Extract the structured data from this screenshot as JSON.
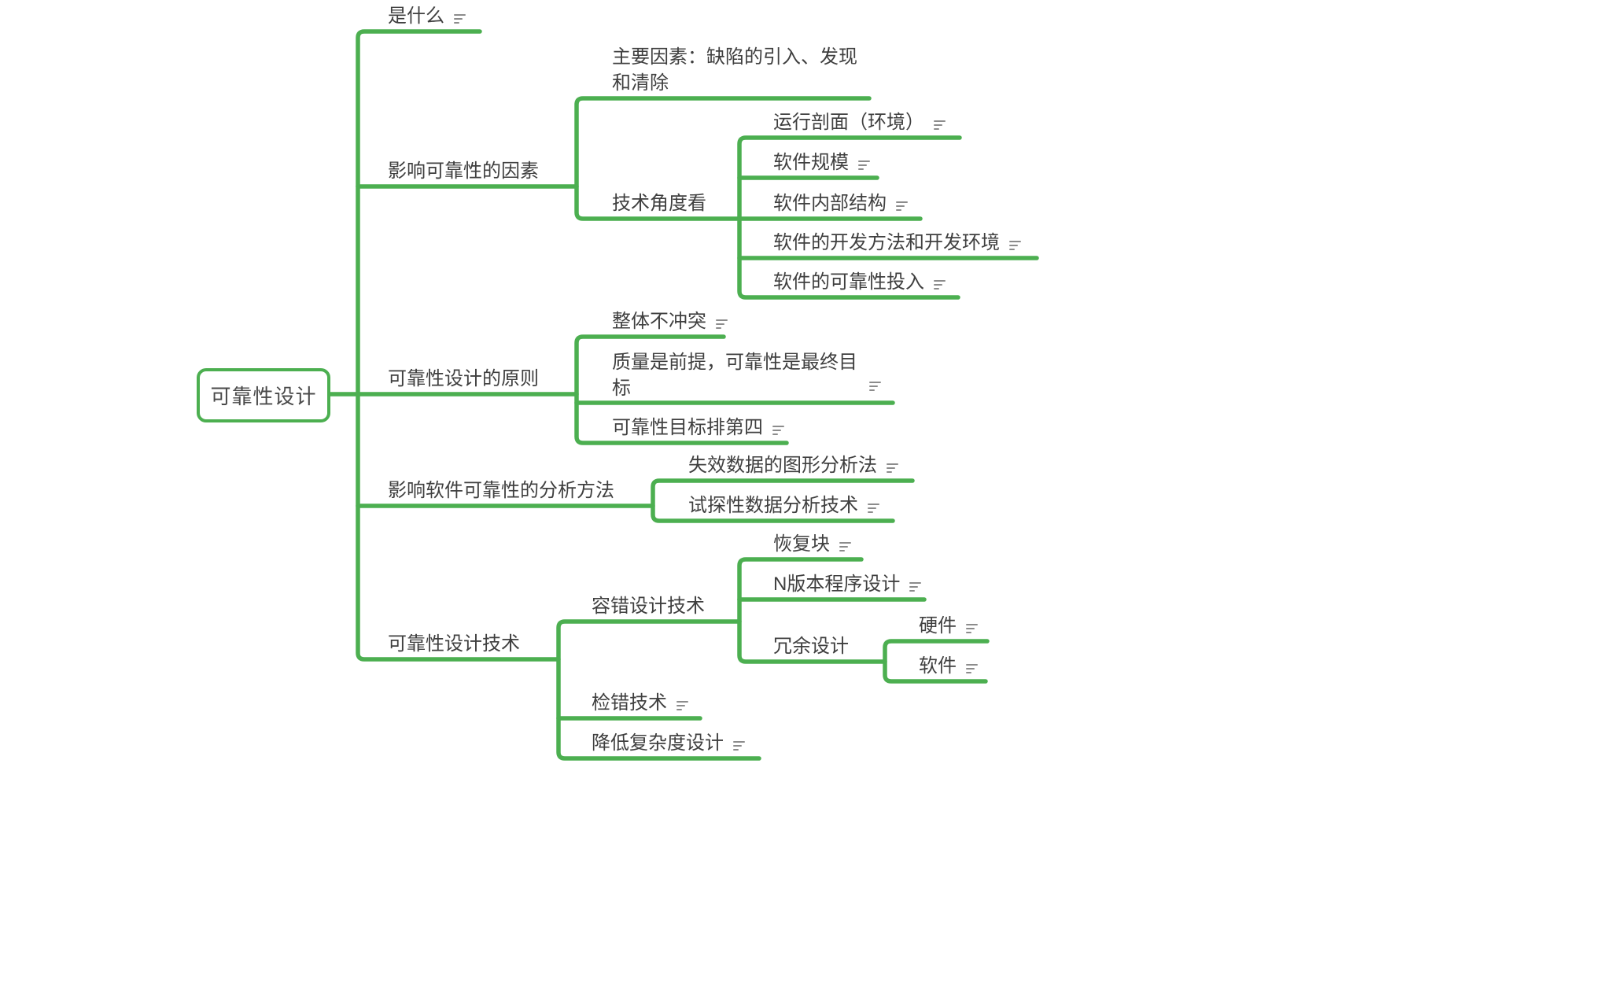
{
  "mindmap": {
    "root": {
      "label": "可靠性设计"
    },
    "branches": [
      {
        "label": "是什么",
        "note": true,
        "children": []
      },
      {
        "label": "影响可靠性的因素",
        "note": false,
        "children": [
          {
            "label": "主要因素：缺陷的引入、发现和清除",
            "note": false,
            "children": []
          },
          {
            "label": "技术角度看",
            "note": false,
            "children": [
              {
                "label": "运行剖面（环境）",
                "note": true
              },
              {
                "label": "软件规模",
                "note": true
              },
              {
                "label": "软件内部结构",
                "note": true
              },
              {
                "label": "软件的开发方法和开发环境",
                "note": true
              },
              {
                "label": "软件的可靠性投入",
                "note": true
              }
            ]
          }
        ]
      },
      {
        "label": "可靠性设计的原则",
        "note": false,
        "children": [
          {
            "label": "整体不冲突",
            "note": true
          },
          {
            "label": "质量是前提，可靠性是最终目标",
            "note": true
          },
          {
            "label": "可靠性目标排第四",
            "note": true
          }
        ]
      },
      {
        "label": "影响软件可靠性的分析方法",
        "note": false,
        "children": [
          {
            "label": "失效数据的图形分析法",
            "note": true
          },
          {
            "label": "试探性数据分析技术",
            "note": true
          }
        ]
      },
      {
        "label": "可靠性设计技术",
        "note": false,
        "children": [
          {
            "label": "容错设计技术",
            "note": false,
            "children": [
              {
                "label": "恢复块",
                "note": true
              },
              {
                "label": "N版本程序设计",
                "note": true
              },
              {
                "label": "冗余设计",
                "note": false,
                "children": [
                  {
                    "label": "硬件",
                    "note": true
                  },
                  {
                    "label": "软件",
                    "note": true
                  }
                ]
              }
            ]
          },
          {
            "label": "检错技术",
            "note": true
          },
          {
            "label": "降低复杂度设计",
            "note": true
          }
        ]
      }
    ]
  },
  "style": {
    "branch_color": "#4caf50",
    "text_color": "#3f3f3f",
    "note_icon_color": "#8c8c8c",
    "background": "#ffffff"
  },
  "icons": {
    "note": "≡"
  }
}
